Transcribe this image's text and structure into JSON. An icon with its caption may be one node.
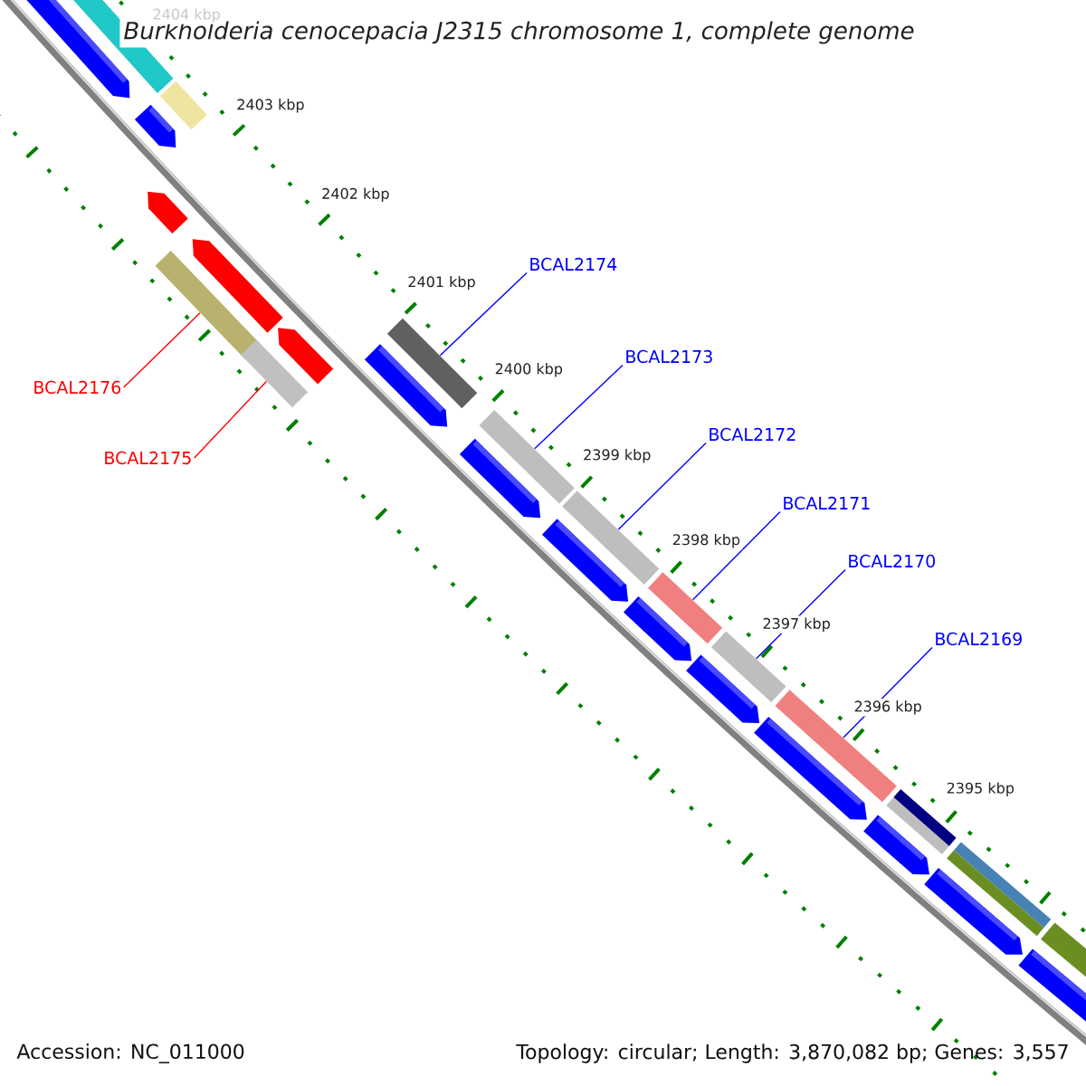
{
  "diagram": {
    "title": "Burkholderia cenocepacia J2315 chromosome 1, complete genome",
    "nodes": [
      {
        "text": [
          "BCAL2174"
        ]
      },
      {
        "text": [
          "BCAL2173"
        ]
      },
      {
        "text": [
          "BCAL2176"
        ]
      },
      {
        "text": [
          "BCAL2172"
        ]
      },
      {
        "text": [
          "BCAL2175"
        ]
      },
      {
        "text": [
          "BCAL2171"
        ]
      },
      {
        "text": [
          "BCAL2170"
        ]
      },
      {
        "text": [
          "BCAL2169"
        ]
      },
      {
        "text": [],
        "shape": "box"
      },
      {
        "text": [],
        "shape": "box"
      },
      {
        "text": [],
        "shape": "box"
      },
      {
        "text": [],
        "shape": "box"
      },
      {
        "text": [],
        "shape": "box"
      },
      {
        "text": [],
        "shape": "box"
      },
      {
        "text": [],
        "shape": "box"
      },
      {
        "text": [],
        "shape": "box"
      }
    ],
    "edges": [
      {
        "from": 0,
        "to": 10,
        "arrow": "none"
      },
      {
        "from": 1,
        "to": 11,
        "arrow": "none"
      },
      {
        "from": 2,
        "to": 8,
        "arrow": "none",
        "color": "#ff0000"
      },
      {
        "from": 3,
        "to": 12,
        "arrow": "none"
      },
      {
        "from": 4,
        "to": 9,
        "arrow": "none",
        "color": "#ff0000"
      },
      {
        "from": 5,
        "to": 13,
        "arrow": "none"
      },
      {
        "from": 6,
        "to": 14,
        "arrow": "none"
      },
      {
        "from": 7,
        "to": 15,
        "arrow": "none"
      }
    ],
    "labels": [
      "2404 kbp",
      "2403 kbp",
      "2402 kbp",
      "2401 kbp",
      "2400 kbp",
      "2399 kbp",
      "2398 kbp",
      "2397 kbp",
      "2396 kbp",
      "2395 kbp",
      "Accession: NC_011000",
      "Topology: circular; Length: 3,870,082 bp; Genes: 3,557"
    ]
  }
}
